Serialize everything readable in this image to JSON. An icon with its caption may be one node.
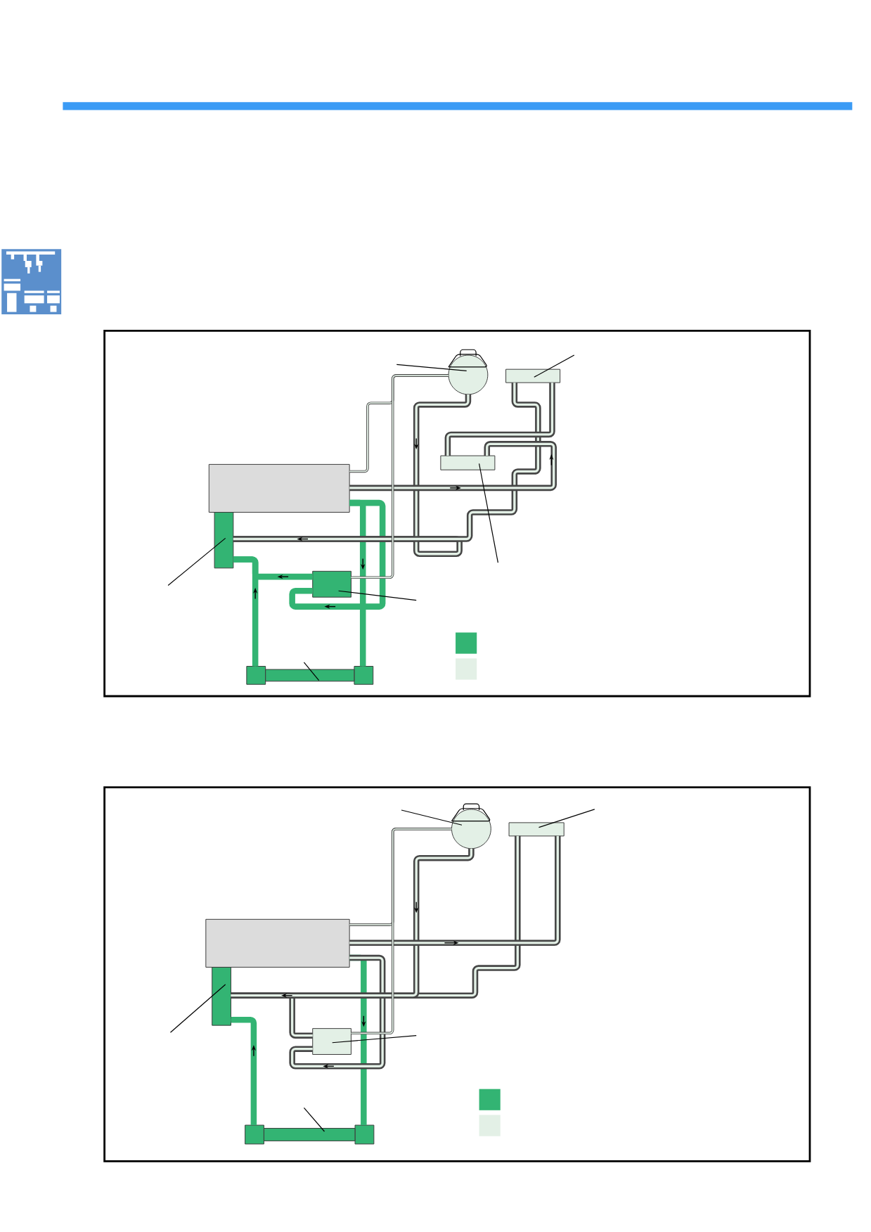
{
  "diagram": {
    "nodes": [
      {
        "text": [],
        "shape": "box"
      },
      {
        "text": [],
        "shape": "box"
      },
      {
        "text": [],
        "shape": "circle"
      },
      {
        "text": [],
        "shape": "box"
      },
      {
        "text": [],
        "shape": "box"
      },
      {
        "text": [],
        "shape": "box"
      },
      {
        "text": [],
        "shape": "bar"
      },
      {
        "text": [],
        "shape": "box"
      },
      {
        "text": [],
        "shape": "box"
      },
      {
        "text": [],
        "shape": "circle"
      },
      {
        "text": [],
        "shape": "box"
      },
      {
        "text": [],
        "shape": "box"
      },
      {
        "text": [],
        "shape": "bar"
      }
    ],
    "edges": [
      {
        "from": 0,
        "to": 6,
        "arrow": "none",
        "style": "thick",
        "color": "#33b473"
      },
      {
        "from": 6,
        "to": 1,
        "arrow": "none",
        "style": "thick",
        "color": "#33b473"
      },
      {
        "from": 5,
        "to": 1,
        "arrow": "none",
        "style": "thick",
        "color": "#33b473"
      },
      {
        "from": 0,
        "to": 5,
        "arrow": "none",
        "style": "thick",
        "color": "#33b473"
      },
      {
        "from": 0,
        "to": 2,
        "arrow": "none"
      },
      {
        "from": 2,
        "to": 1,
        "arrow": "none",
        "style": "thick"
      },
      {
        "from": 3,
        "to": 1,
        "arrow": "none",
        "style": "thick"
      },
      {
        "from": 0,
        "to": 4,
        "arrow": "none",
        "style": "thick"
      },
      {
        "from": 4,
        "to": 3,
        "arrow": "none",
        "style": "thick"
      },
      {
        "from": 2,
        "to": 5,
        "arrow": "none"
      },
      {
        "from": 7,
        "to": 12,
        "arrow": "none",
        "style": "thick",
        "color": "#33b473"
      },
      {
        "from": 12,
        "to": 8,
        "arrow": "none",
        "style": "thick",
        "color": "#33b473"
      },
      {
        "from": 7,
        "to": 11,
        "arrow": "none",
        "style": "thick"
      },
      {
        "from": 11,
        "to": 8,
        "arrow": "none",
        "style": "thick"
      },
      {
        "from": 10,
        "to": 8,
        "arrow": "none",
        "style": "thick"
      },
      {
        "from": 9,
        "to": 8,
        "arrow": "none",
        "style": "thick"
      },
      {
        "from": 7,
        "to": 10,
        "arrow": "none",
        "style": "thick"
      },
      {
        "from": 7,
        "to": 9,
        "arrow": "none"
      },
      {
        "from": 9,
        "to": 11,
        "arrow": "none"
      },
      {
        "from": null,
        "to": 2,
        "arrow": "none"
      },
      {
        "from": null,
        "to": 3,
        "arrow": "none"
      },
      {
        "from": null,
        "to": 4,
        "arrow": "none"
      },
      {
        "from": null,
        "to": 1,
        "arrow": "none"
      },
      {
        "from": null,
        "to": 5,
        "arrow": "none"
      },
      {
        "from": null,
        "to": 6,
        "arrow": "none"
      },
      {
        "from": null,
        "to": 9,
        "arrow": "none"
      },
      {
        "from": null,
        "to": 10,
        "arrow": "none"
      },
      {
        "from": null,
        "to": 8,
        "arrow": "none"
      },
      {
        "from": null,
        "to": 11,
        "arrow": "none"
      },
      {
        "from": null,
        "to": 12,
        "arrow": "none"
      }
    ]
  }
}
